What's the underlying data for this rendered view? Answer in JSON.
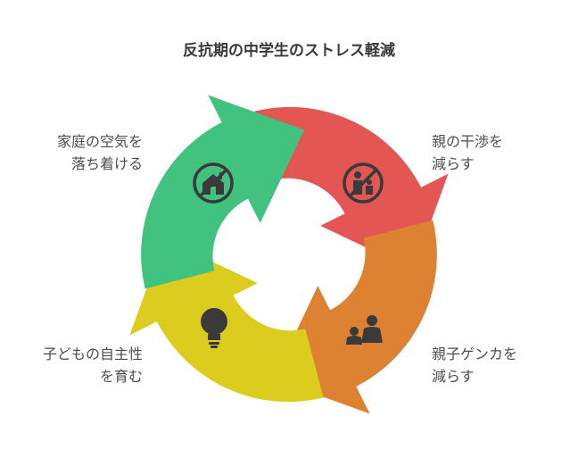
{
  "title": "反抗期の中学生のストレス軽減",
  "steps": [
    {
      "line1": "親の干渉を",
      "line2": "減らす",
      "color": "#e35654",
      "icon": "no-parent-child-icon"
    },
    {
      "line1": "親子ゲンカを",
      "line2": "減らす",
      "color": "#dc8232",
      "icon": "parent-child-icon"
    },
    {
      "line1": "子どもの自主性",
      "line2": "を育む",
      "color": "#dccc1e",
      "icon": "lightbulb-icon"
    },
    {
      "line1": "家庭の空気を",
      "line2": "落ち着ける",
      "color": "#41c37f",
      "icon": "no-smoke-house-icon"
    }
  ]
}
